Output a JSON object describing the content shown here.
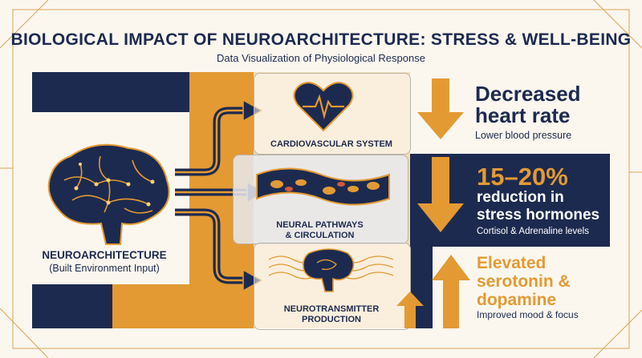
{
  "header": {
    "title": "BIOLOGICAL IMPACT OF NEUROARCHITECTURE: STRESS & WELL-BEING",
    "subtitle": "Data Visualization of Physiological Response"
  },
  "input": {
    "label": "NEUROARCHITECTURE",
    "sublabel": "(Built Environment Input)"
  },
  "systems": [
    {
      "label": "CARDIOVASCULAR SYSTEM",
      "icon": "heart-icon"
    },
    {
      "label_line1": "NEURAL PATHWAYS",
      "label_line2": "& CIRCULATION",
      "icon": "circulation-icon"
    },
    {
      "label_line1": "NEUROTRANSMITTER",
      "label_line2": "PRODUCTION",
      "icon": "brain-icon"
    }
  ],
  "outcomes": [
    {
      "line1": "Decreased",
      "line2": "heart rate",
      "detail": "Lower blood pressure",
      "direction": "down"
    },
    {
      "headline": "15–20%",
      "line1": "reduction in",
      "line2": "stress hormones",
      "detail": "Cortisol & Adrenaline levels",
      "direction": "down"
    },
    {
      "line1": "Elevated",
      "line2": "serotonin &",
      "line3": "dopamine",
      "detail": "Improved mood & focus",
      "direction": "up"
    }
  ],
  "colors": {
    "navy": "#1d2a4f",
    "gold": "#e39a33",
    "cream": "#fbf7ef"
  }
}
